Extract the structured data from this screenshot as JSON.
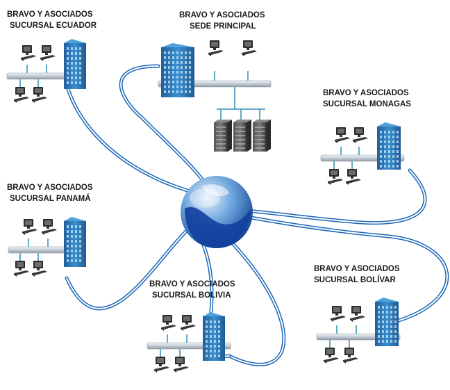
{
  "colors": {
    "link": "#1b66b8",
    "building": "#2f7fc1",
    "lan_bar": "#c9d4de",
    "lan_tap": "#2a8fb8",
    "globe": "#1d5ab8",
    "server": "#3a3a3a"
  },
  "icons": [
    "globe-icon",
    "building-icon",
    "computer-icon",
    "server-icon"
  ],
  "hub": {
    "name": "Internet globe"
  },
  "sites": [
    {
      "id": "ecuador",
      "line1": "BRAVO Y ASOCIADOS",
      "line2": "SUCURSAL ECUADOR"
    },
    {
      "id": "principal",
      "line1": "BRAVO Y ASOCIADOS",
      "line2": "SEDE PRINCIPAL"
    },
    {
      "id": "monagas",
      "line1": "BRAVO Y ASOCIADOS",
      "line2": "SUCURSAL MONAGAS"
    },
    {
      "id": "panama",
      "line1": "BRAVO Y ASOCIADOS",
      "line2": "SUCURSAL PANAMÁ"
    },
    {
      "id": "bolivia",
      "line1": "BRAVO Y ASOCIADOS",
      "line2": "SUCURSAL BOLIVIA"
    },
    {
      "id": "bolivar",
      "line1": "BRAVO Y ASOCIADOS",
      "line2": "SUCURSAL BOLÍVAR"
    }
  ]
}
